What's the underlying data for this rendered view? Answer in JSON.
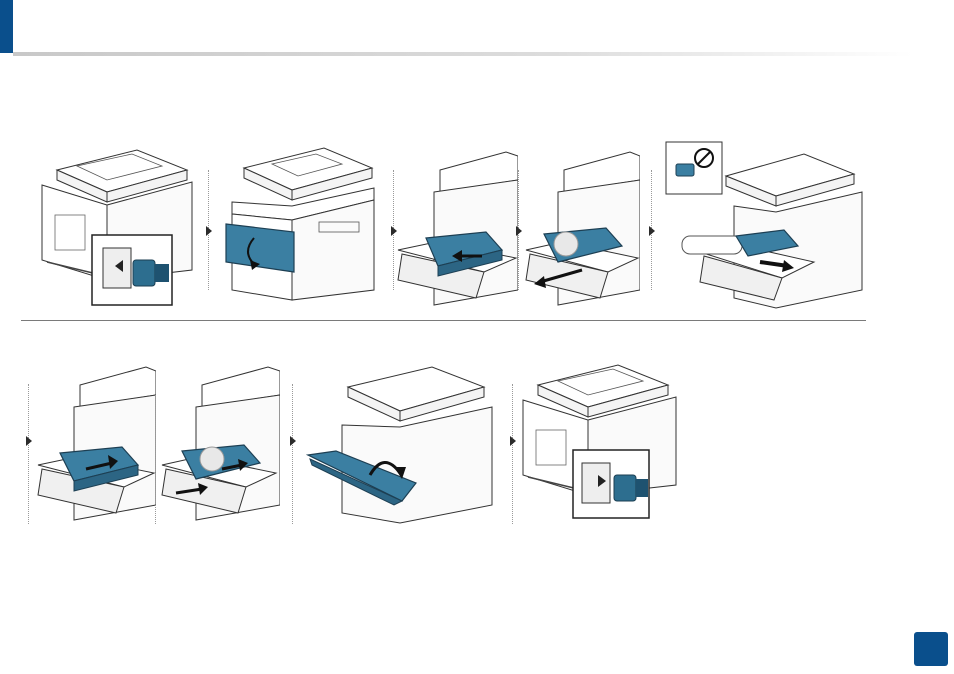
{
  "page": {
    "page_number": "",
    "accent_color": "#0a4f8c"
  },
  "steps": [
    {
      "icon": "unplug-power-cord-illustration"
    },
    {
      "icon": "open-front-cover-illustration"
    },
    {
      "icon": "remove-toner-cartridge-illustration"
    },
    {
      "icon": "pull-cartridge-out-illustration"
    },
    {
      "icon": "do-not-touch-drum-illustration"
    },
    {
      "icon": "insert-toner-cartridge-illustration"
    },
    {
      "icon": "push-cartridge-in-illustration"
    },
    {
      "icon": "close-front-cover-illustration"
    },
    {
      "icon": "plug-in-power-cord-illustration"
    }
  ]
}
